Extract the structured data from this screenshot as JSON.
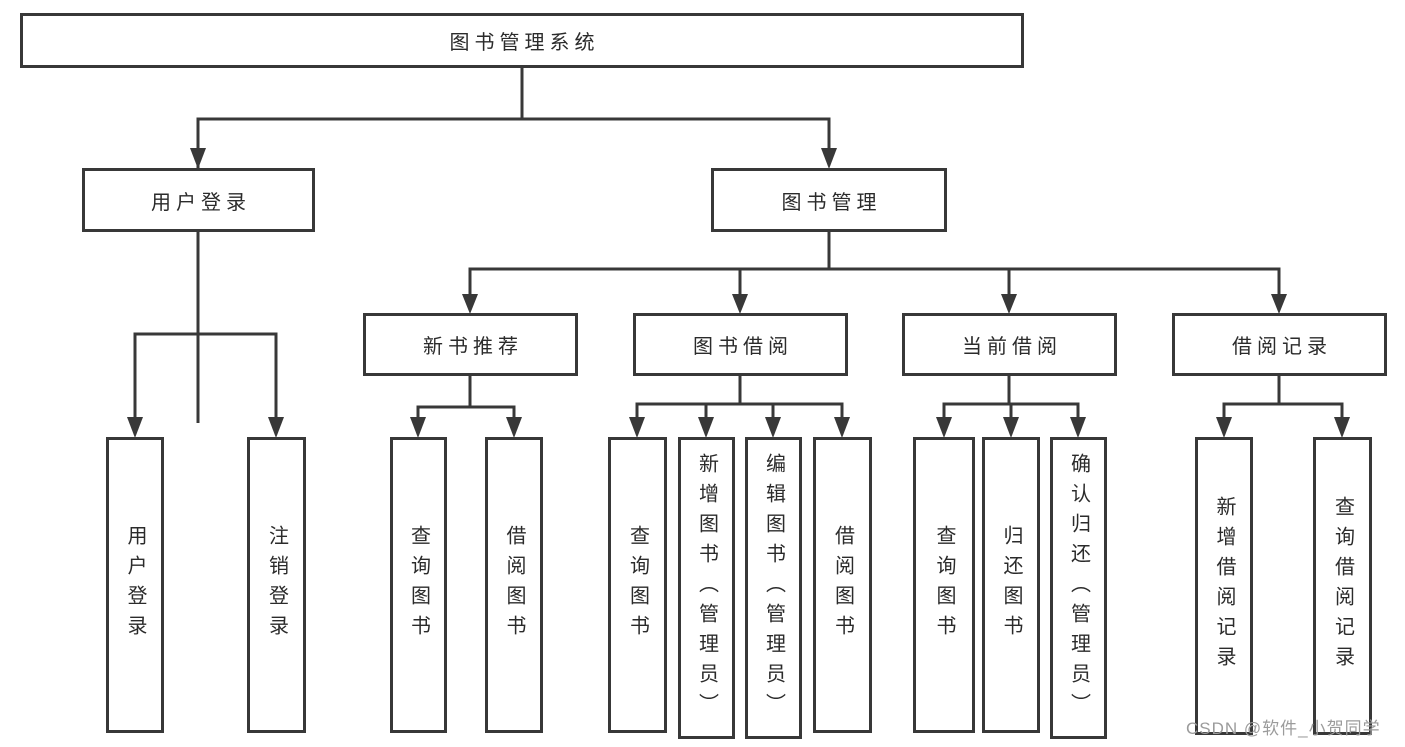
{
  "tree": {
    "root": "图书管理系统",
    "branches": [
      {
        "label": "用户登录",
        "leaves": [
          "用户登录",
          "注销登录"
        ]
      },
      {
        "label": "图书管理",
        "children": [
          {
            "label": "新书推荐",
            "leaves": [
              "查询图书",
              "借阅图书"
            ]
          },
          {
            "label": "图书借阅",
            "leaves": [
              "查询图书",
              "新增图书（管理员）",
              "编辑图书（管理员）",
              "借阅图书"
            ]
          },
          {
            "label": "当前借阅",
            "leaves": [
              "查询图书",
              "归还图书",
              "确认归还（管理员）"
            ]
          },
          {
            "label": "借阅记录",
            "leaves": [
              "新增借阅记录",
              "查询借阅记录"
            ]
          }
        ]
      }
    ]
  },
  "watermark": "CSDN @软件_小贺同学",
  "colors": {
    "line": "#383838",
    "text": "#2b2b2b",
    "watermark": "#9b9b9b",
    "background": "#ffffff"
  }
}
